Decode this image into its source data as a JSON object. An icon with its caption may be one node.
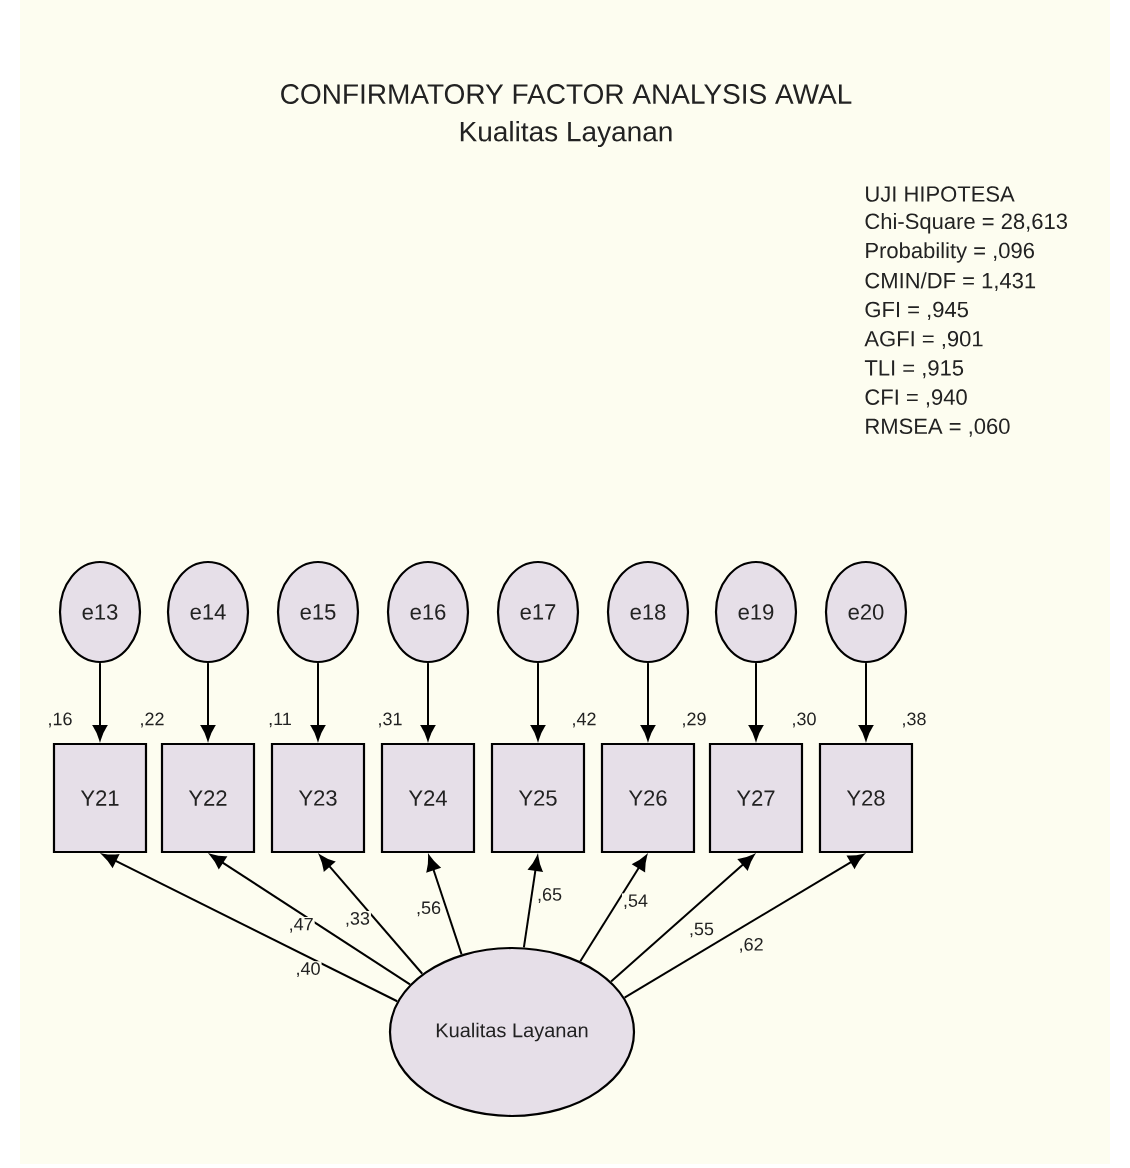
{
  "diagram": {
    "title": "CONFIRMATORY FACTOR ANALYSIS AWAL",
    "caption": "Kualitas Layanan",
    "nodes": [
      {
        "text": [
          "e13"
        ]
      },
      {
        "text": [
          "e14"
        ]
      },
      {
        "text": [
          "e15"
        ]
      },
      {
        "text": [
          "e16"
        ]
      },
      {
        "text": [
          "e17"
        ]
      },
      {
        "text": [
          "e18"
        ]
      },
      {
        "text": [
          "e19"
        ]
      },
      {
        "text": [
          "e20"
        ]
      },
      {
        "text": [
          "Y21"
        ],
        "beside": [
          ",16"
        ]
      },
      {
        "text": [
          "Y22"
        ],
        "beside": [
          ",22"
        ]
      },
      {
        "text": [
          "Y23"
        ],
        "beside": [
          ",11"
        ]
      },
      {
        "text": [
          "Y24"
        ],
        "beside": [
          ",31"
        ]
      },
      {
        "text": [
          "Y25"
        ],
        "beside": [
          ",42"
        ]
      },
      {
        "text": [
          "Y26"
        ],
        "beside": [
          ",29"
        ]
      },
      {
        "text": [
          "Y27"
        ],
        "beside": [
          ",30"
        ]
      },
      {
        "text": [
          "Y28"
        ],
        "beside": [
          ",38"
        ]
      },
      {
        "text": [
          "Kualitas Layanan"
        ]
      }
    ],
    "edges": [
      {
        "from": 0,
        "to": 8,
        "arrow": "to"
      },
      {
        "from": 1,
        "to": 9,
        "arrow": "to"
      },
      {
        "from": 2,
        "to": 10,
        "arrow": "to"
      },
      {
        "from": 3,
        "to": 11,
        "arrow": "to"
      },
      {
        "from": 4,
        "to": 12,
        "arrow": "to"
      },
      {
        "from": 5,
        "to": 13,
        "arrow": "to"
      },
      {
        "from": 6,
        "to": 14,
        "arrow": "to"
      },
      {
        "from": 7,
        "to": 15,
        "arrow": "to"
      },
      {
        "from": 16,
        "to": 8,
        "arrow": "to",
        "label": ",40"
      },
      {
        "from": 16,
        "to": 9,
        "arrow": "to",
        "label": ",47"
      },
      {
        "from": 16,
        "to": 10,
        "arrow": "to",
        "label": ",33"
      },
      {
        "from": 16,
        "to": 11,
        "arrow": "to",
        "label": ",56"
      },
      {
        "from": 16,
        "to": 12,
        "arrow": "to",
        "label": ",65"
      },
      {
        "from": 16,
        "to": 13,
        "arrow": "to",
        "label": ",54"
      },
      {
        "from": 16,
        "to": 14,
        "arrow": "to",
        "label": ",55"
      },
      {
        "from": 16,
        "to": 15,
        "arrow": "to",
        "label": ",62"
      }
    ],
    "labels": [
      "UJI HIPOTESA",
      "Chi-Square = 28,613",
      "Probability = ,096",
      "CMIN/DF = 1,431",
      "GFI = ,945",
      "AGFI = ,901",
      "TLI = ,915",
      "CFI = ,940",
      "RMSEA = ,060"
    ]
  }
}
